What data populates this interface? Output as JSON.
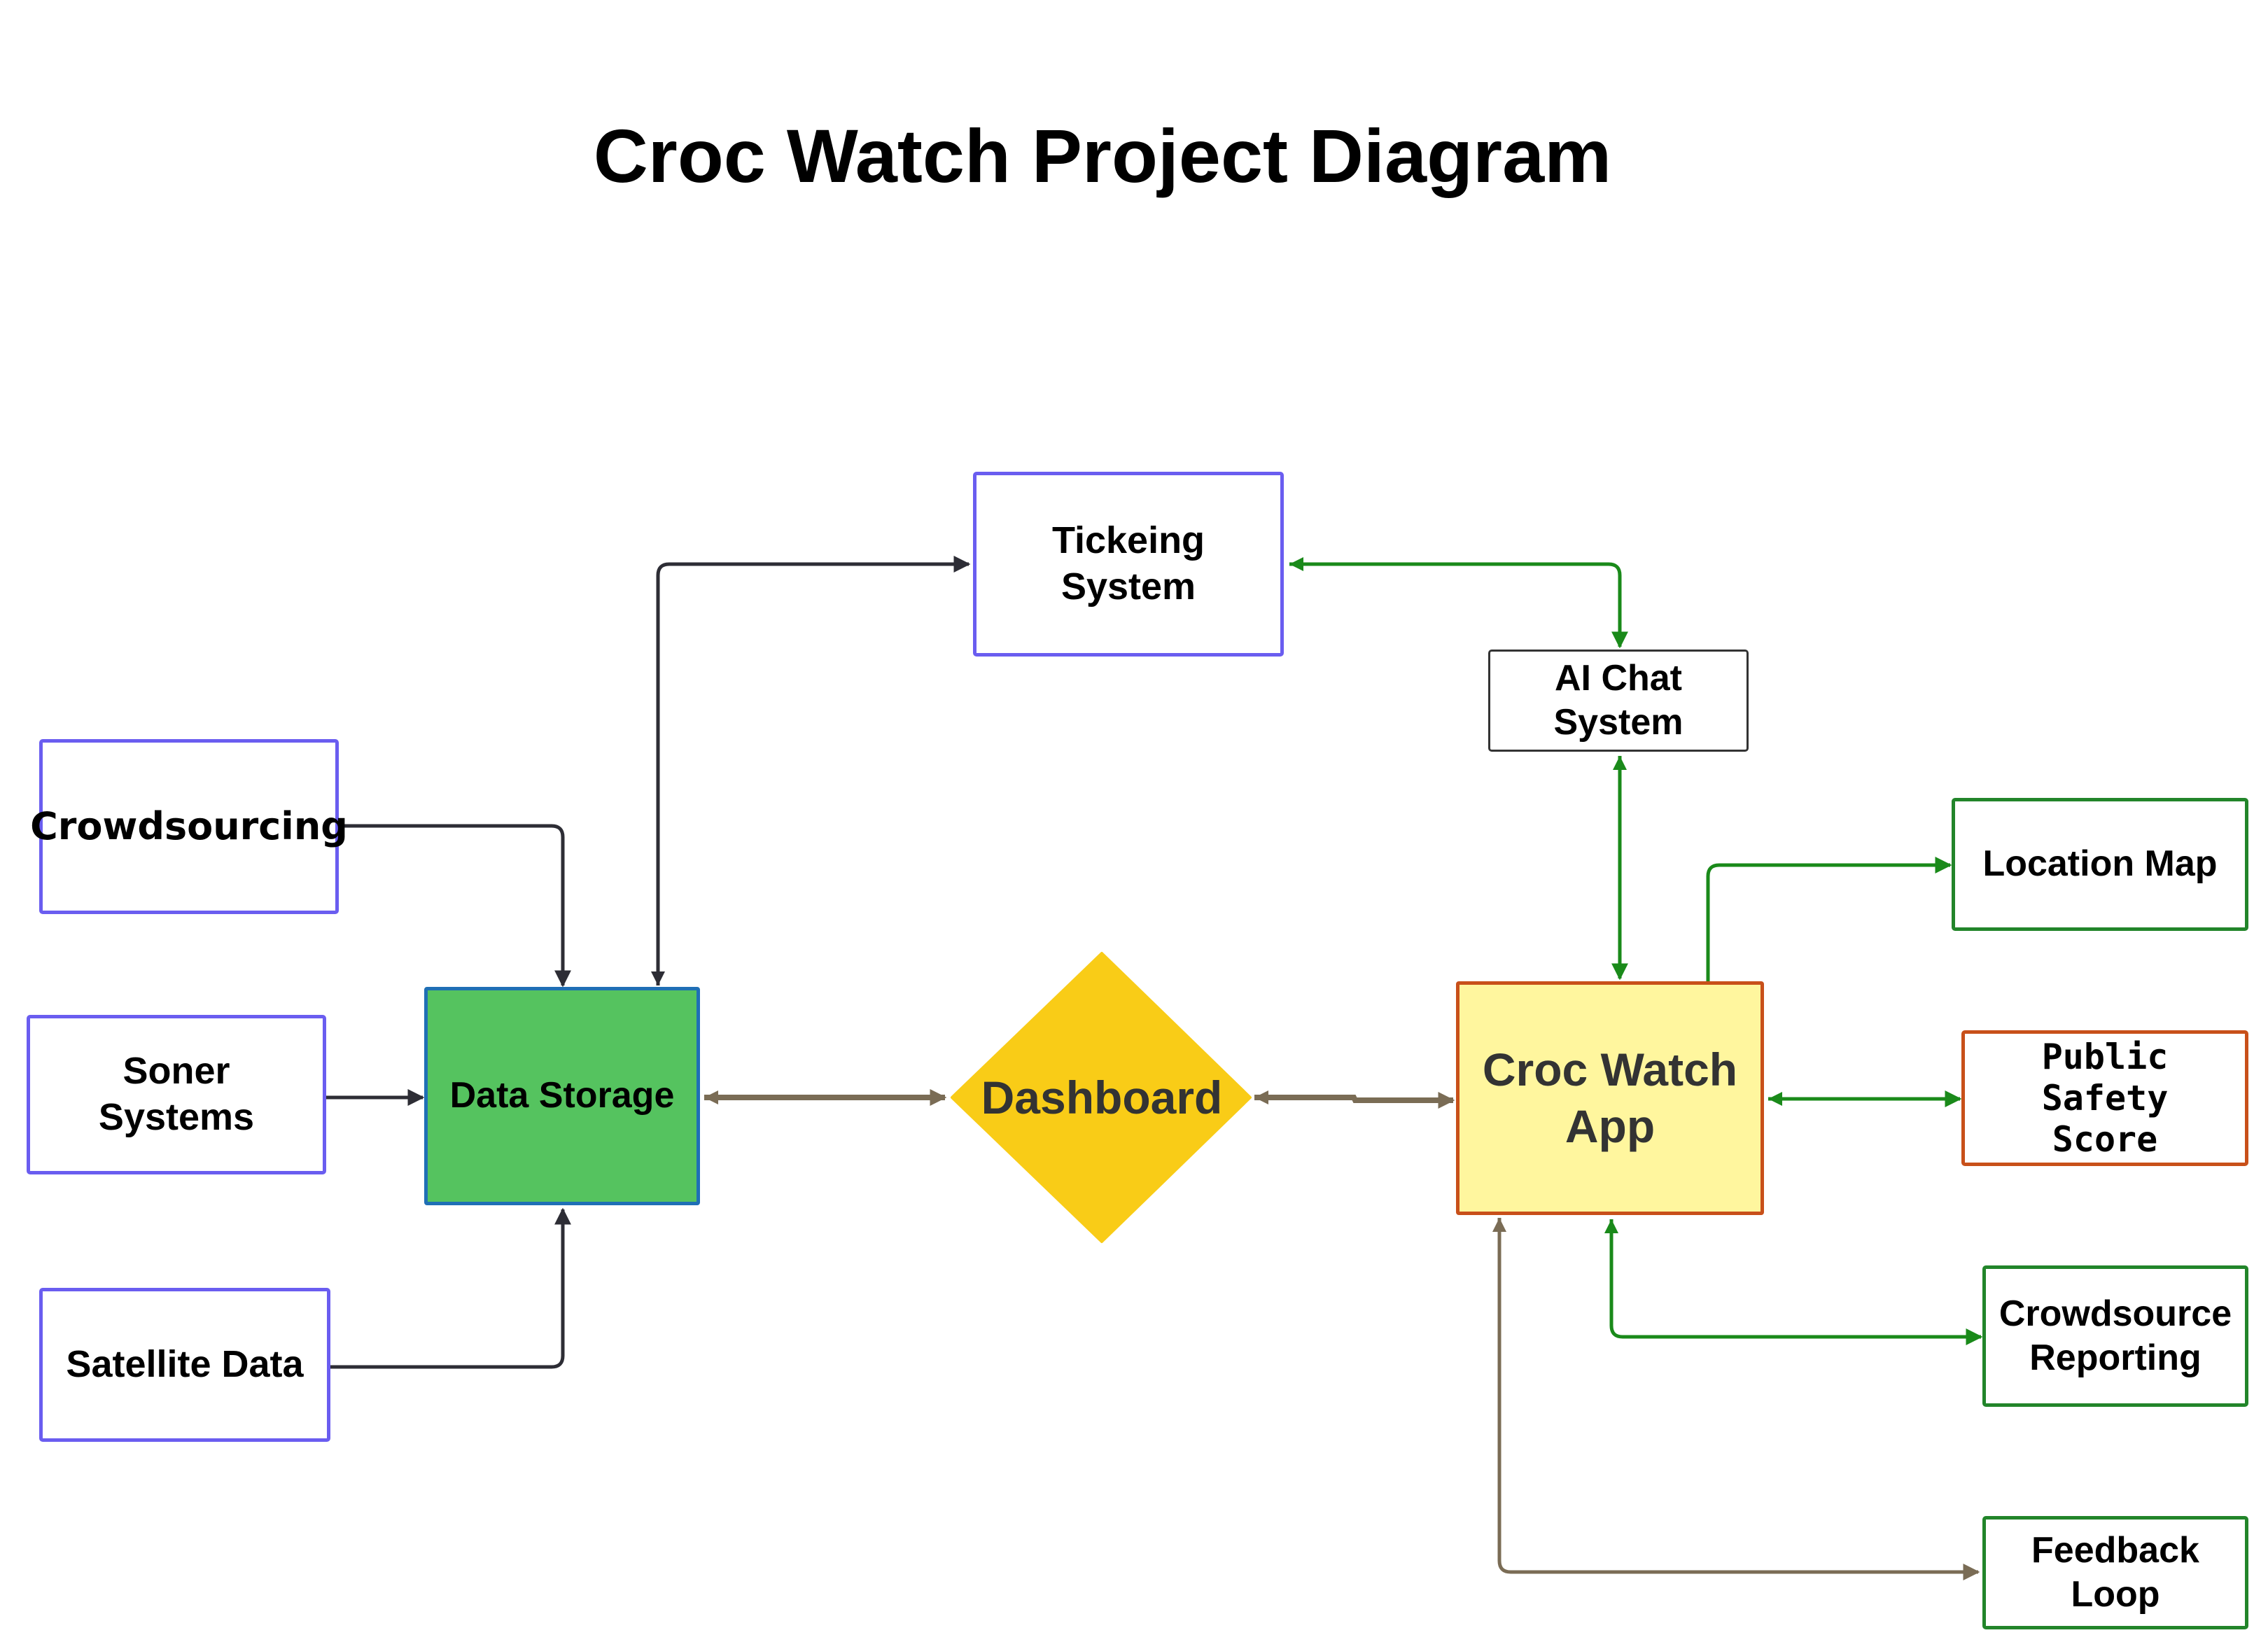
{
  "title": "Croc Watch Project Diagram",
  "nodes": {
    "crowdsourcing": "Crowdsourcing",
    "soner_systems": "Soner\nSystems",
    "satellite_data": "Satellite Data",
    "data_storage": "Data Storage",
    "ticketing_system": "Tickeing\nSystem",
    "dashboard": "Dashboard",
    "croc_watch_app": "Croc Watch\nApp",
    "ai_chat_system": "AI Chat\nSystem",
    "location_map": "Location Map",
    "public_safety_score": "Public\nSafety\nScore",
    "crowdsource_reporting": "Crowdsource\nReporting",
    "feedback_loop": "Feedback\nLoop"
  },
  "colors": {
    "input_border": "#6a5df0",
    "data_storage_fill": "#55c35f",
    "data_storage_border": "#1f6fb5",
    "dashboard_fill": "#f9cc17",
    "app_fill": "#fff69e",
    "app_border": "#c8501a",
    "output_border": "#22852a",
    "arrow_dark": "#2d2d35",
    "arrow_green": "#1a8a1a",
    "arrow_brown": "#7a6c55"
  },
  "edges": [
    {
      "from": "crowdsourcing",
      "to": "data_storage",
      "style": "dark"
    },
    {
      "from": "soner_systems",
      "to": "data_storage",
      "style": "dark"
    },
    {
      "from": "satellite_data",
      "to": "data_storage",
      "style": "dark"
    },
    {
      "from": "data_storage",
      "to": "ticketing_system",
      "style": "dark",
      "bidirectional": true
    },
    {
      "from": "data_storage",
      "to": "dashboard",
      "style": "brown",
      "bidirectional": true
    },
    {
      "from": "dashboard",
      "to": "croc_watch_app",
      "style": "brown",
      "bidirectional": true
    },
    {
      "from": "ticketing_system",
      "to": "ai_chat_system",
      "style": "green",
      "bidirectional": true
    },
    {
      "from": "ai_chat_system",
      "to": "croc_watch_app",
      "style": "green",
      "bidirectional": true
    },
    {
      "from": "croc_watch_app",
      "to": "location_map",
      "style": "green"
    },
    {
      "from": "croc_watch_app",
      "to": "public_safety_score",
      "style": "green",
      "bidirectional": true
    },
    {
      "from": "croc_watch_app",
      "to": "crowdsource_reporting",
      "style": "green",
      "bidirectional": true
    },
    {
      "from": "croc_watch_app",
      "to": "feedback_loop",
      "style": "brown",
      "bidirectional": true
    }
  ]
}
